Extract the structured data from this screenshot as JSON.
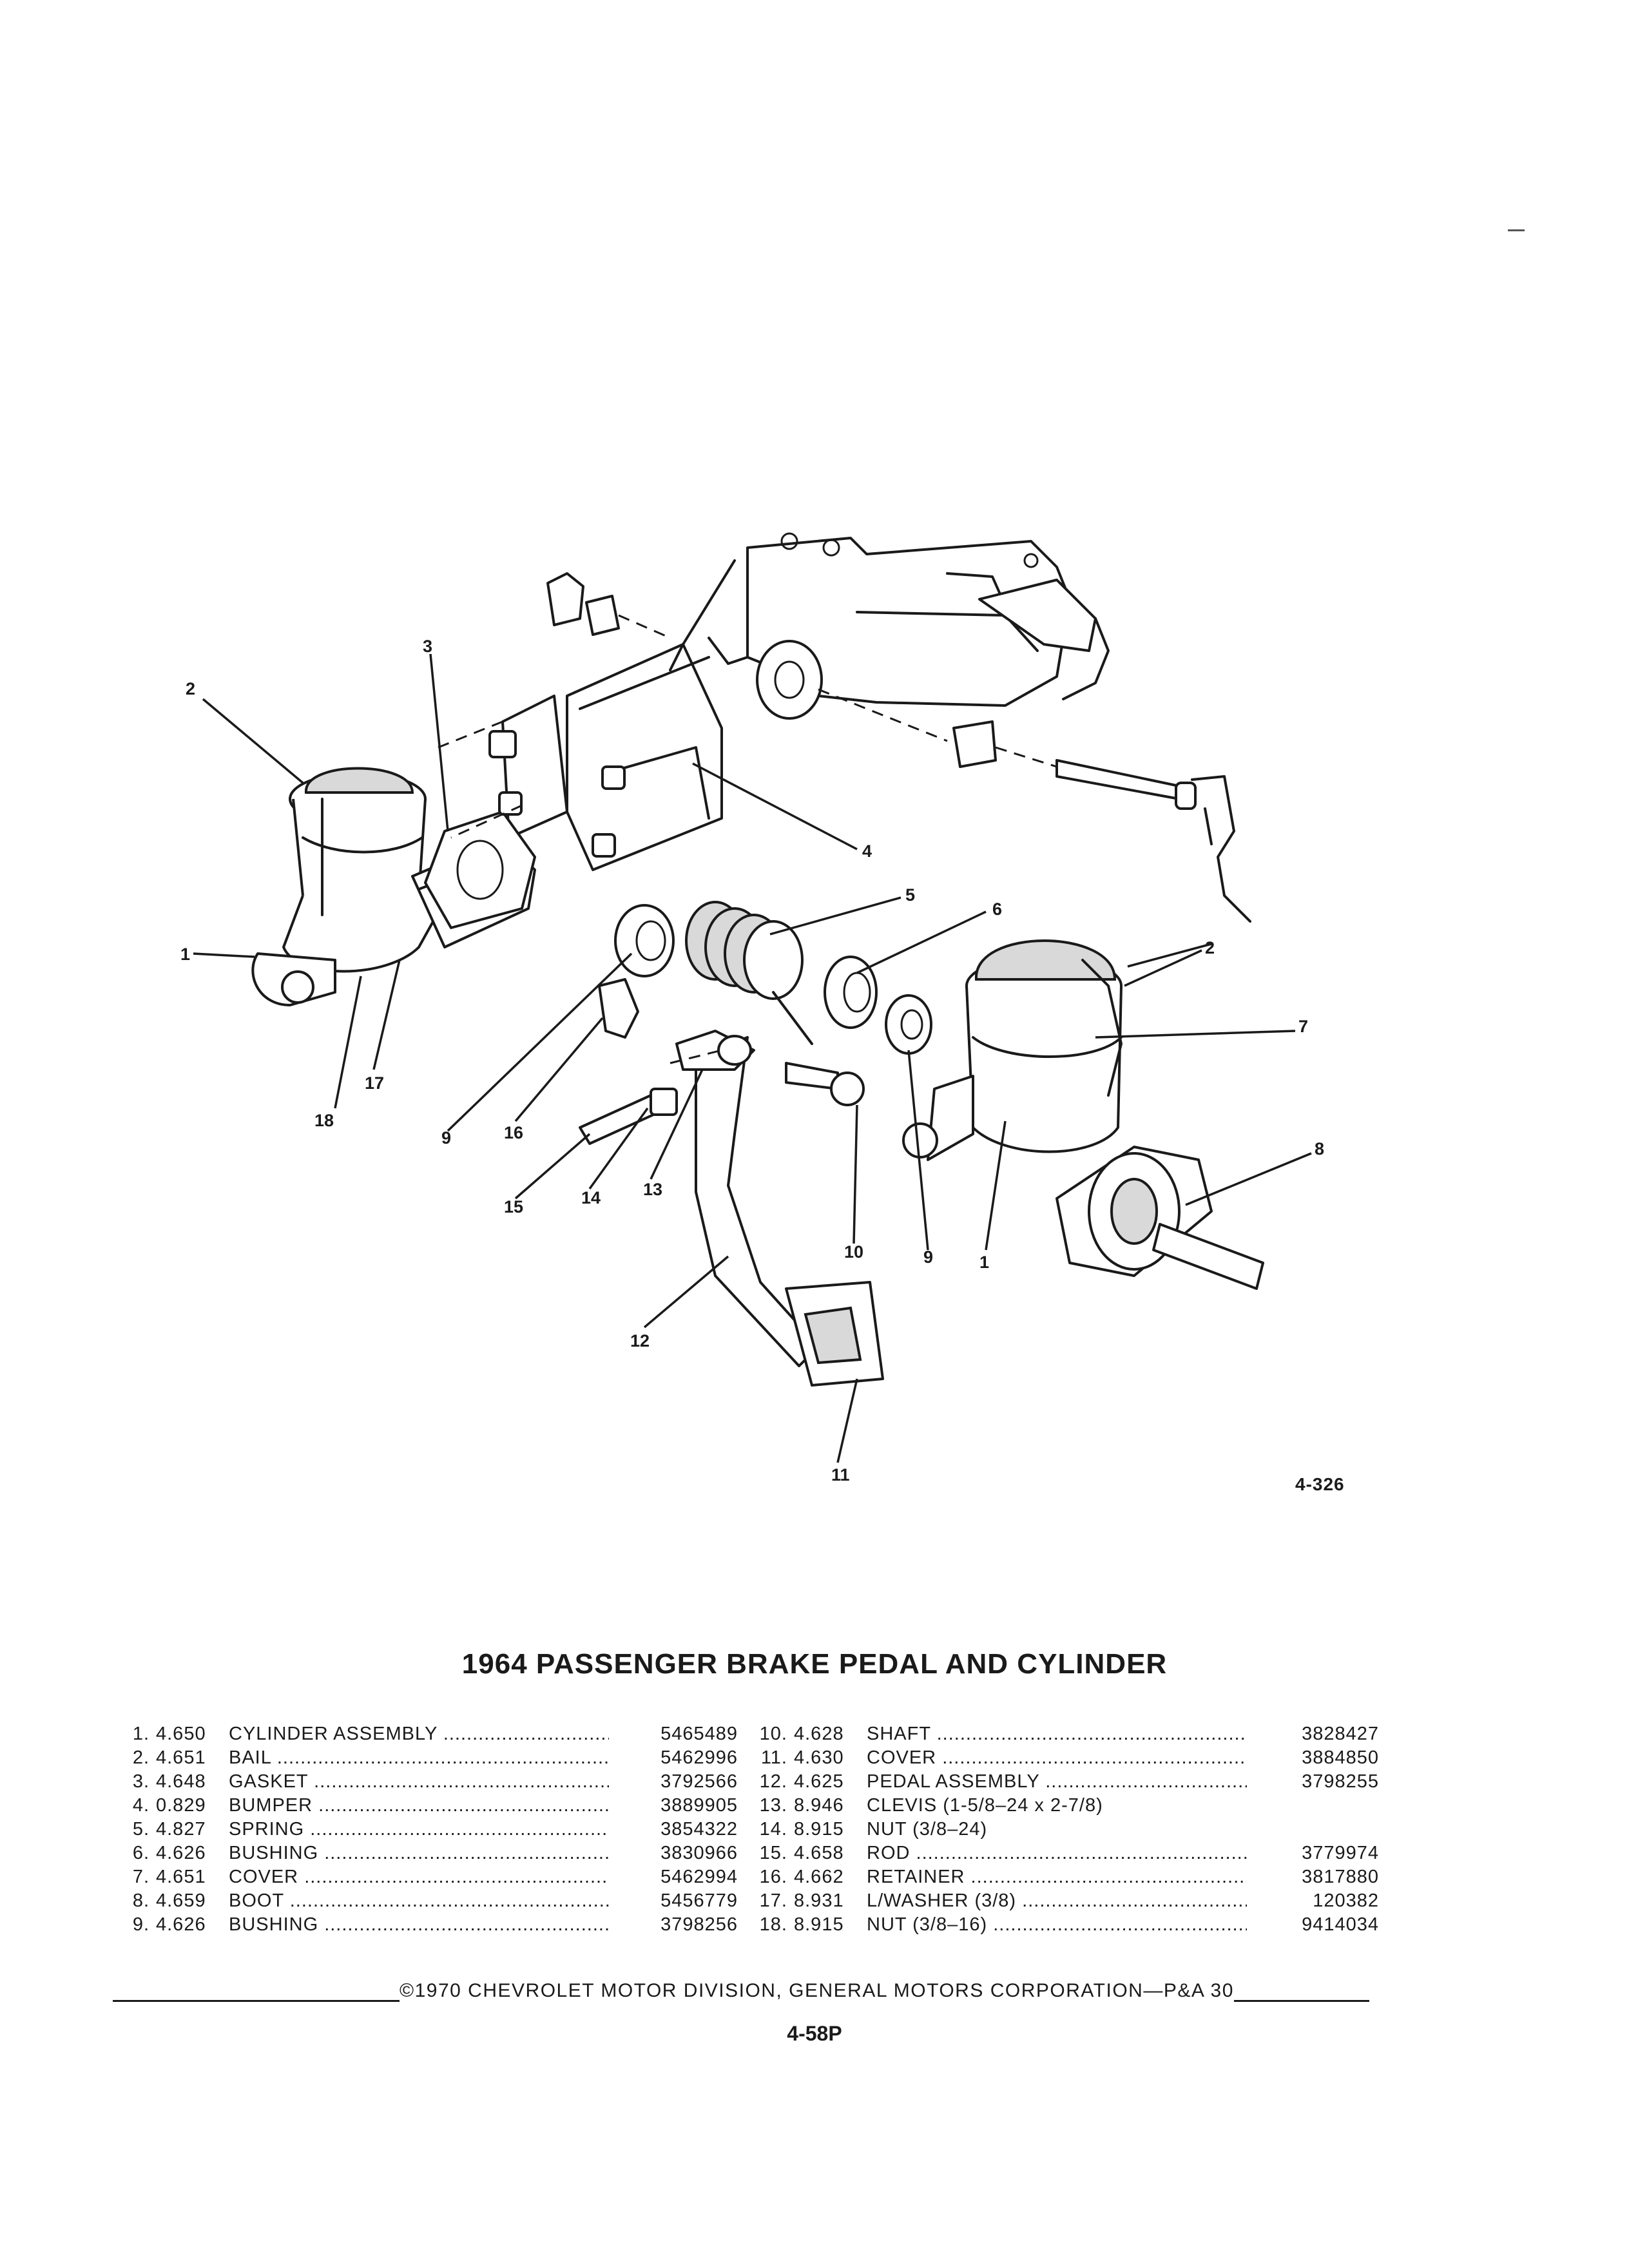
{
  "figure": {
    "code": "4-326",
    "callouts": [
      "1",
      "2",
      "3",
      "4",
      "5",
      "6",
      "7",
      "8",
      "9",
      "10",
      "11",
      "12",
      "13",
      "14",
      "15",
      "16",
      "17",
      "18"
    ]
  },
  "title": "1964 PASSENGER BRAKE PEDAL AND CYLINDER",
  "parts_left": [
    {
      "num": "1.",
      "group": "4.650",
      "desc": "CYLINDER ASSEMBLY",
      "part": "5465489"
    },
    {
      "num": "2.",
      "group": "4.651",
      "desc": "BAIL",
      "part": "5462996"
    },
    {
      "num": "3.",
      "group": "4.648",
      "desc": "GASKET",
      "part": "3792566"
    },
    {
      "num": "4.",
      "group": "0.829",
      "desc": "BUMPER",
      "part": "3889905"
    },
    {
      "num": "5.",
      "group": "4.827",
      "desc": "SPRING",
      "part": "3854322"
    },
    {
      "num": "6.",
      "group": "4.626",
      "desc": "BUSHING",
      "part": "3830966"
    },
    {
      "num": "7.",
      "group": "4.651",
      "desc": "COVER",
      "part": "5462994"
    },
    {
      "num": "8.",
      "group": "4.659",
      "desc": "BOOT",
      "part": "5456779"
    },
    {
      "num": "9.",
      "group": "4.626",
      "desc": "BUSHING",
      "part": "3798256"
    }
  ],
  "parts_right": [
    {
      "num": "10.",
      "group": "4.628",
      "desc": "SHAFT",
      "part": "3828427"
    },
    {
      "num": "11.",
      "group": "4.630",
      "desc": "COVER",
      "part": "3884850"
    },
    {
      "num": "12.",
      "group": "4.625",
      "desc": "PEDAL ASSEMBLY",
      "part": "3798255"
    },
    {
      "num": "13.",
      "group": "8.946",
      "desc": "CLEVIS (1-5/8–24 x 2-7/8)",
      "part": ""
    },
    {
      "num": "14.",
      "group": "8.915",
      "desc": "NUT (3/8–24)",
      "part": ""
    },
    {
      "num": "15.",
      "group": "4.658",
      "desc": "ROD",
      "part": "3779974"
    },
    {
      "num": "16.",
      "group": "4.662",
      "desc": "RETAINER",
      "part": "3817880"
    },
    {
      "num": "17.",
      "group": "8.931",
      "desc": "L/WASHER (3/8)",
      "part": "120382"
    },
    {
      "num": "18.",
      "group": "8.915",
      "desc": "NUT (3/8–16)",
      "part": "9414034"
    }
  ],
  "footer": "©1970 CHEVROLET MOTOR DIVISION, GENERAL MOTORS CORPORATION—P&A 30",
  "page_number": "4-58P"
}
